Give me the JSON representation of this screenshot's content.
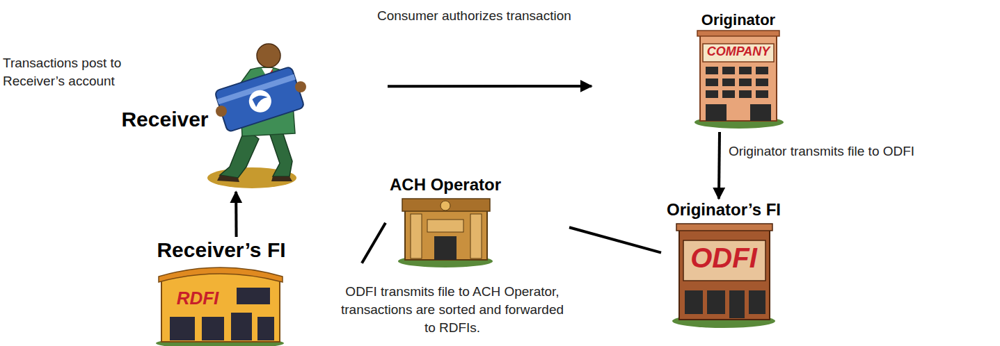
{
  "diagram": {
    "nodes": [
      {
        "text": [
          "Receiver"
        ]
      },
      {
        "text": [
          "Originator",
          "COMPANY"
        ]
      },
      {
        "text": [
          "ACH Operator"
        ]
      },
      {
        "text": [
          "Originator’s FI",
          "ODFI"
        ]
      },
      {
        "text": [
          "Receiver’s FI",
          "RDFI"
        ]
      }
    ],
    "edges": [
      {
        "from": 0,
        "to": 1,
        "arrow": "to",
        "label": "Consumer authorizes transaction"
      },
      {
        "from": 1,
        "to": 3,
        "arrow": "to",
        "label": "Originator transmits file to ODFI"
      },
      {
        "from": 3,
        "to": 2,
        "arrow": "none"
      },
      {
        "from": 2,
        "to": 4,
        "arrow": "none"
      },
      {
        "from": 4,
        "to": 0,
        "arrow": "to"
      }
    ],
    "labels": [
      "Transactions post to Receiver’s account",
      "ODFI transmits file to ACH Operator, transactions are sorted and forwarded to RDFIs."
    ]
  }
}
